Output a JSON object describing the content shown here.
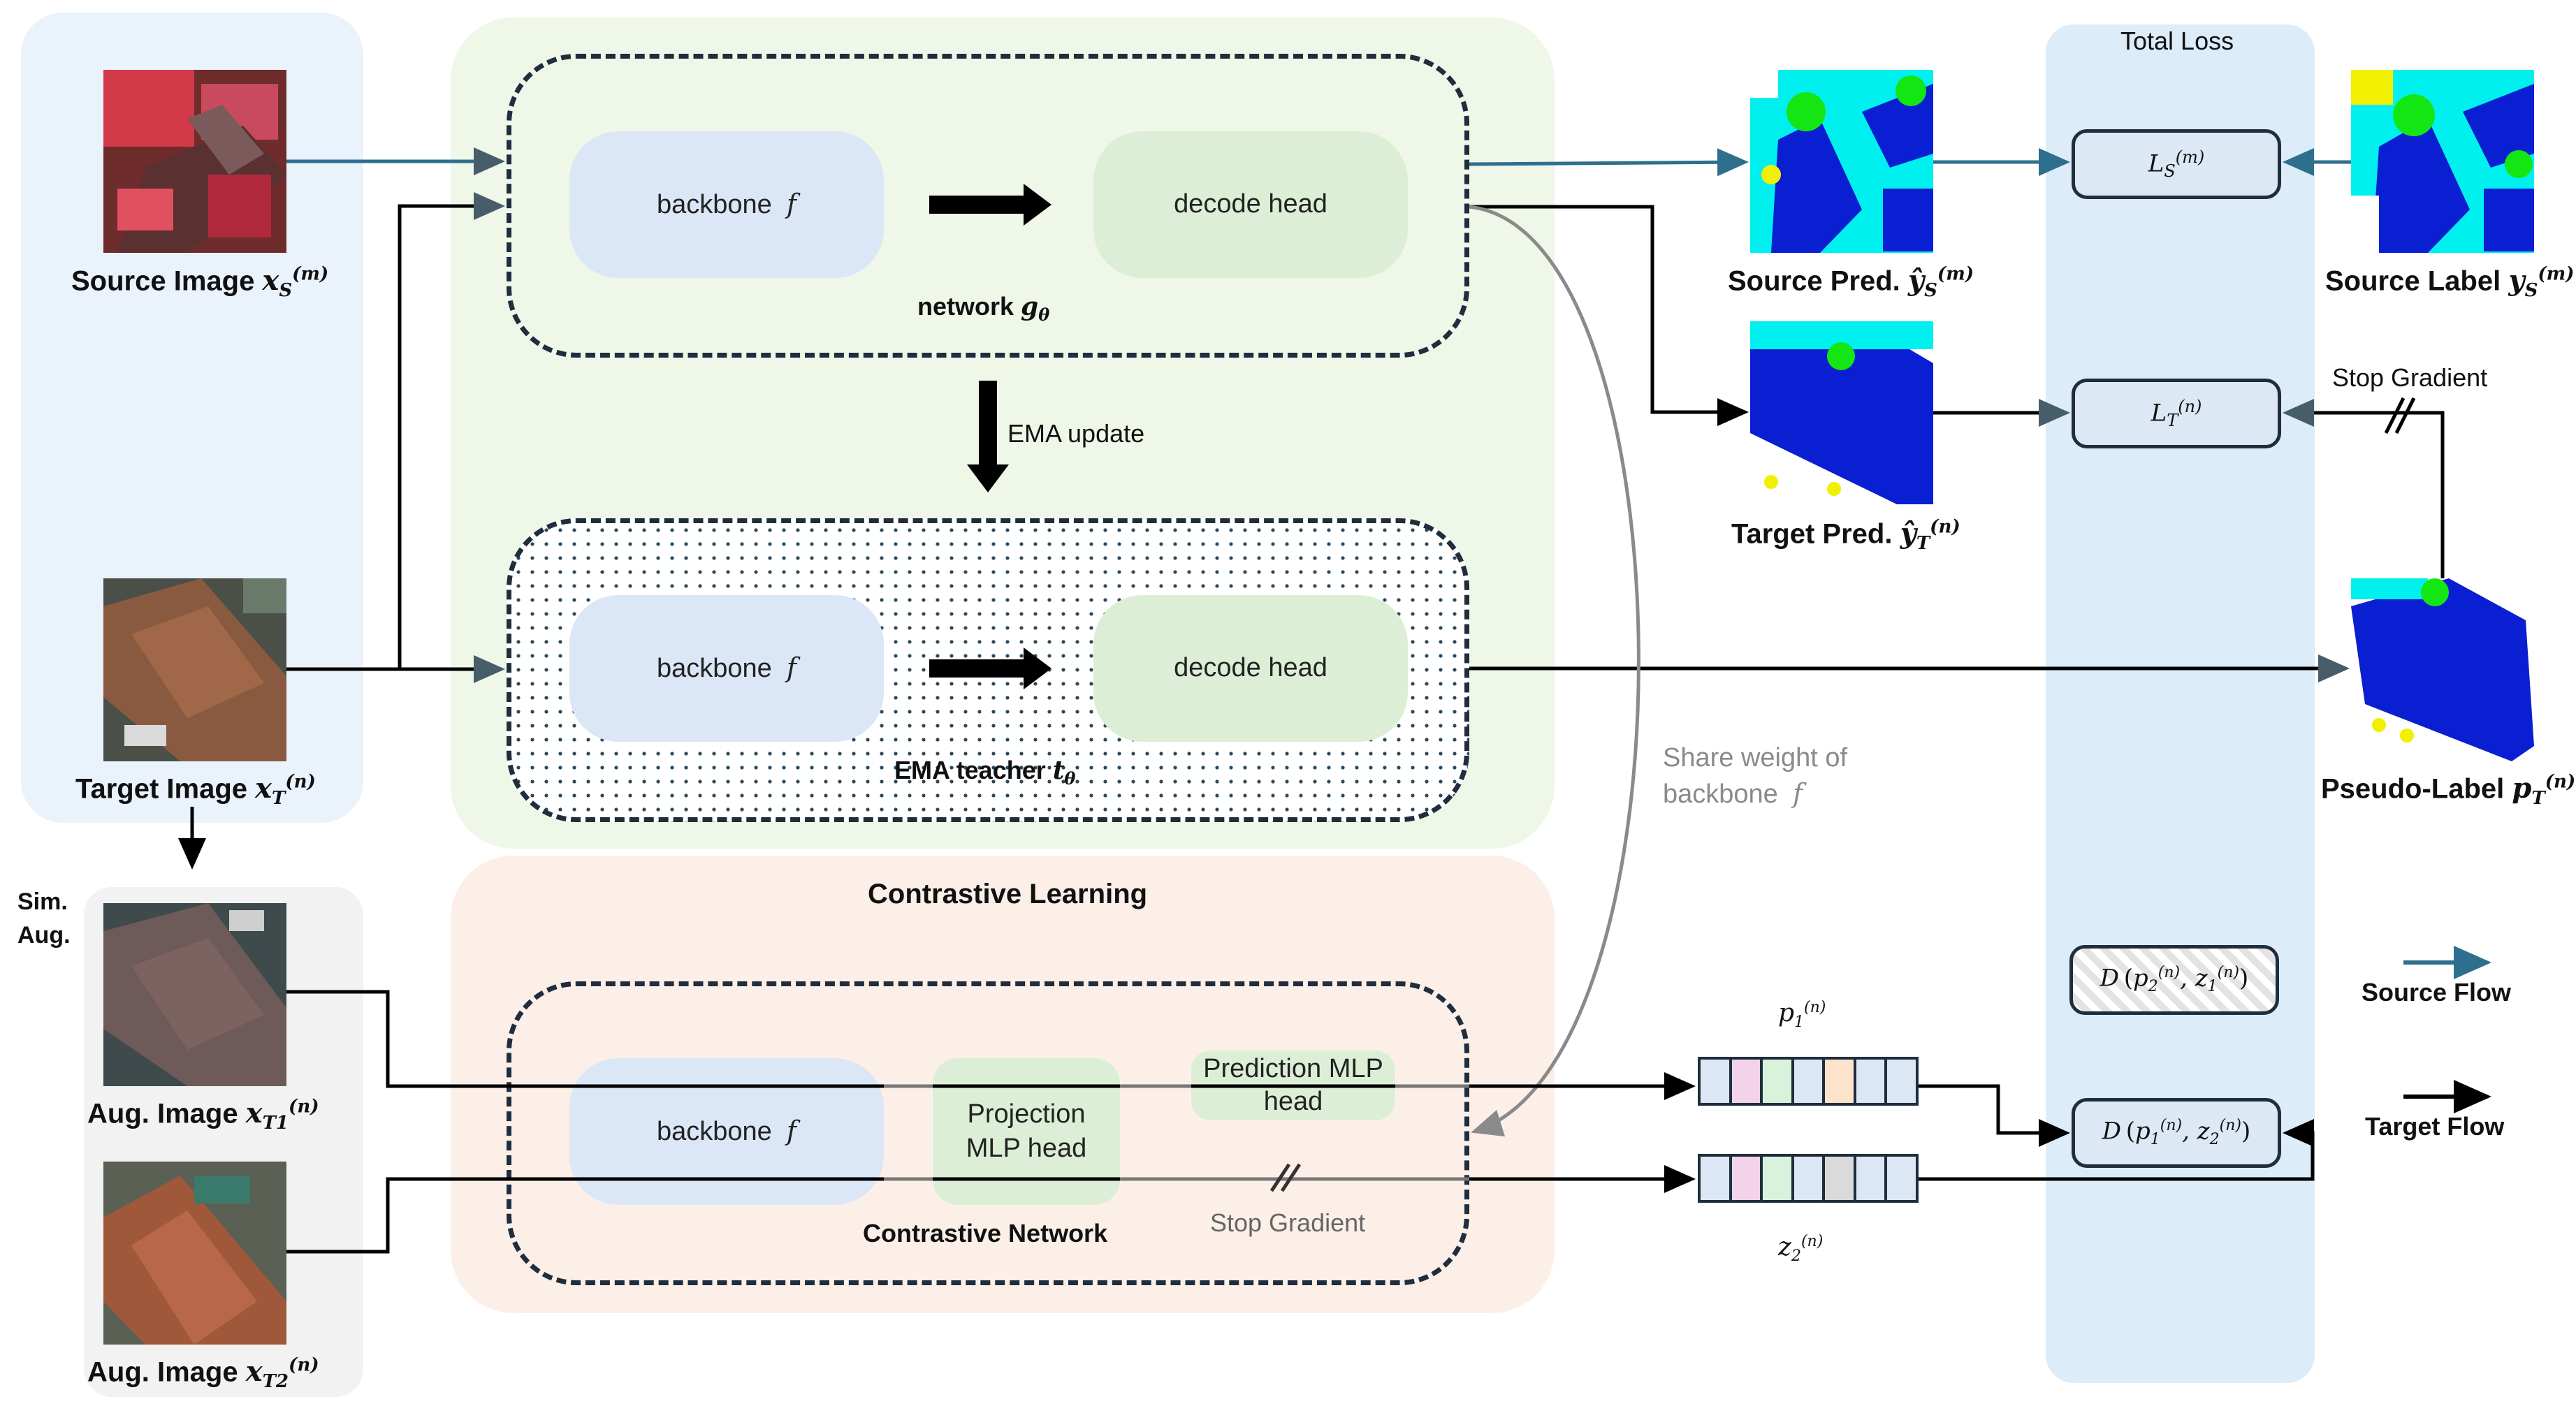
{
  "diagram": {
    "source_image": "Source Image",
    "target_image": "Target Image",
    "aug_image_1": "Aug. Image",
    "aug_image_2": "Aug. Image",
    "sim_aug": "Sim. Aug.",
    "source_pred": "Source Pred.",
    "target_pred": "Target Pred.",
    "source_label": "Source Label",
    "pseudo_label": "Pseudo-Label",
    "network_label": "network",
    "ema_teacher_label": "EMA teacher",
    "ema_update": "EMA update",
    "backbone": "backbone",
    "decode_head": "decode head",
    "projection_head": "Projection MLP head",
    "prediction_head": "Prediction MLP head",
    "contrastive_network": "Contrastive Network",
    "contrastive_learning": "Contrastive Learning",
    "share_weight": "Share weight of backbone",
    "stop_gradient_top": "Stop Gradient",
    "stop_gradient_bottom": "Stop Gradient",
    "total_loss": "Total Loss",
    "legend_source": "Source Flow",
    "legend_target": "Target Flow"
  },
  "colors": {
    "source_flow": "#2e6f8e",
    "target_flow": "#000000",
    "share_weight": "#8a8a8a",
    "left_panel": "#eaf2fc",
    "teacher_panel": "#eef7e8",
    "contrastive_panel": "#fcefe8",
    "loss_panel": "#dcecf8",
    "seg_building": "#0a1ed2",
    "seg_road": "#00f0f0",
    "seg_tree": "#14e614",
    "seg_car": "#f0f000"
  },
  "vectors": {
    "p1_cells": [
      "#dbe7f4",
      "#f3d3ea",
      "#d9f2dc",
      "#dbe7f4",
      "#fde3cc",
      "#dbe7f4",
      "#dbe7f4"
    ],
    "z2_cells": [
      "#dbe7f4",
      "#f3d3ea",
      "#d9f2dc",
      "#dbe7f4",
      "#dadada",
      "#dbe7f4",
      "#dbe7f4"
    ]
  },
  "icons": [
    "stop-gradient-icon",
    "arrow-icon"
  ]
}
